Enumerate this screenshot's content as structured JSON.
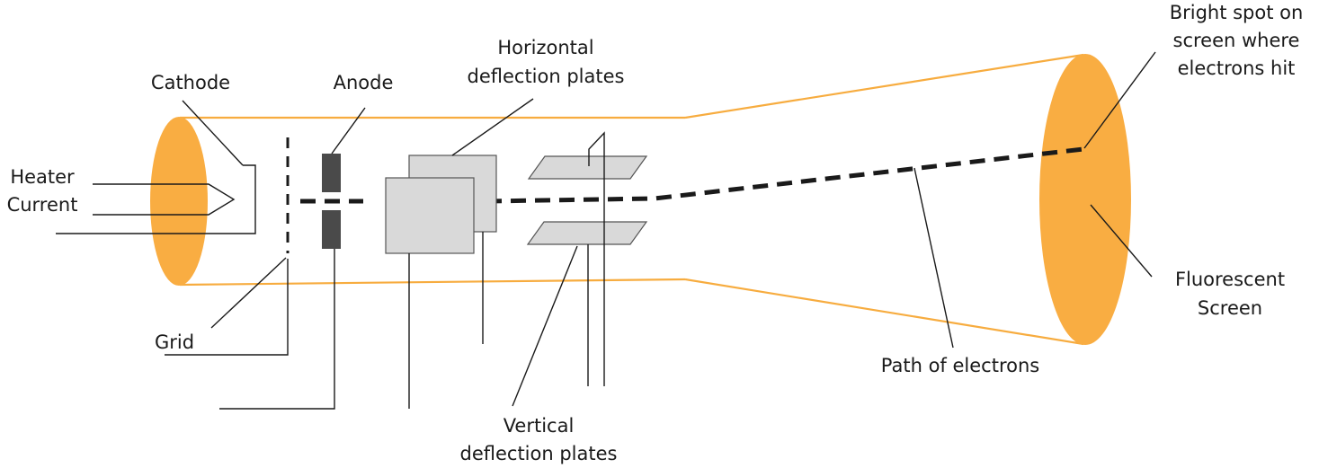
{
  "labels": {
    "cathode": "Cathode",
    "anode": "Anode",
    "horizontal_1": "Horizontal",
    "horizontal_2": "deflection plates",
    "bright_1": "Bright spot on",
    "bright_2": "screen where",
    "bright_3": "electrons hit",
    "heater_1": "Heater",
    "heater_2": "Current",
    "grid": "Grid",
    "fluorescent_1": "Fluorescent",
    "fluorescent_2": "Screen",
    "path": "Path of electrons",
    "vertical_1": "Vertical",
    "vertical_2": "deflection plates"
  },
  "colors": {
    "tube": "#f7ac3f",
    "ends": "#f9ad42",
    "anode": "#4a4a4a",
    "plates": "#d9d9d9",
    "lines": "#1a1a1a"
  }
}
